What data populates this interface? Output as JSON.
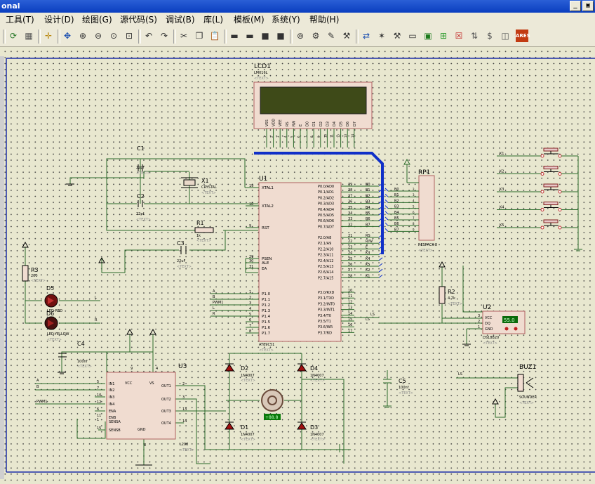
{
  "window": {
    "title": "onal"
  },
  "menu": [
    "工具(T)",
    "设计(D)",
    "绘图(G)",
    "源代码(S)",
    "调试(B)",
    "库(L)",
    "模板(M)",
    "系统(Y)",
    "帮助(H)"
  ],
  "components": {
    "lcd": {
      "ref": "LCD1",
      "part": "LM016L",
      "text": "<TEXT>",
      "pins": [
        "VSS",
        "VDD",
        "VEE",
        "RS",
        "RW",
        "E",
        "D0",
        "D1",
        "D2",
        "D3",
        "D4",
        "D5",
        "D6",
        "D7"
      ],
      "pin_numbers": [
        "1",
        "2",
        "3",
        "4",
        "5",
        "6",
        "7",
        "8",
        "9",
        "10",
        "11",
        "12",
        "13",
        "14"
      ]
    },
    "mcu": {
      "ref": "U1",
      "part": "AT89C51",
      "text": "<TEXT>",
      "left_pins": [
        {
          "num": "19",
          "name": "XTAL1"
        },
        {
          "num": "18",
          "name": "XTAL2"
        },
        {
          "num": "9",
          "name": "RST"
        },
        {
          "num": "29",
          "name": "PSEN"
        },
        {
          "num": "30",
          "name": "ALE"
        },
        {
          "num": "31",
          "name": "EA"
        },
        {
          "num": "1",
          "name": "P1.0"
        },
        {
          "num": "2",
          "name": "P1.1"
        },
        {
          "num": "3",
          "name": "P1.2"
        },
        {
          "num": "4",
          "name": "P1.3"
        },
        {
          "num": "5",
          "name": "P1.4"
        },
        {
          "num": "6",
          "name": "P1.5"
        },
        {
          "num": "7",
          "name": "P1.6"
        },
        {
          "num": "8",
          "name": "P1.7"
        }
      ],
      "right_pins": [
        {
          "num": "39",
          "name": "P0.0/AD0",
          "net": "B0"
        },
        {
          "num": "38",
          "name": "P0.1/AD1",
          "net": "B1"
        },
        {
          "num": "37",
          "name": "P0.2/AD2",
          "net": "B2"
        },
        {
          "num": "36",
          "name": "P0.3/AD3",
          "net": "B3"
        },
        {
          "num": "35",
          "name": "P0.4/AD4",
          "net": "B4"
        },
        {
          "num": "34",
          "name": "P0.5/AD5",
          "net": "B5"
        },
        {
          "num": "33",
          "name": "P0.6/AD6",
          "net": "B6"
        },
        {
          "num": "32",
          "name": "P0.7/AD7",
          "net": "B7"
        },
        {
          "num": "21",
          "name": "P2.0/A8",
          "net": "RS"
        },
        {
          "num": "22",
          "name": "P2.1/A9",
          "net": "R/W"
        },
        {
          "num": "23",
          "name": "P2.2/A10",
          "net": "E"
        },
        {
          "num": "24",
          "name": "P2.3/A11",
          "net": "K3"
        },
        {
          "num": "25",
          "name": "P2.4/A12",
          "net": "K4"
        },
        {
          "num": "26",
          "name": "P2.5/A13",
          "net": "K5"
        },
        {
          "num": "27",
          "name": "P2.6/A14",
          "net": "K2"
        },
        {
          "num": "28",
          "name": "P2.7/A15",
          "net": "K1"
        },
        {
          "num": "10",
          "name": "P3.0/RXD",
          "net": ""
        },
        {
          "num": "11",
          "name": "P3.1/TXD",
          "net": ""
        },
        {
          "num": "12",
          "name": "P3.2/INT0",
          "net": ""
        },
        {
          "num": "13",
          "name": "P3.3/INT1",
          "net": ""
        },
        {
          "num": "14",
          "name": "P3.4/T0",
          "net": ""
        },
        {
          "num": "15",
          "name": "P3.5/T1",
          "net": "LS"
        },
        {
          "num": "16",
          "name": "P3.6/WR",
          "net": ""
        },
        {
          "num": "17",
          "name": "P3.7/RD",
          "net": ""
        }
      ],
      "p1_nets": [
        "A",
        "B",
        "PWM1",
        "L",
        "R"
      ]
    },
    "rp1": {
      "ref": "RP1",
      "part": "RESPACK-8",
      "text": "<TEXT>",
      "nets": [
        "B0",
        "B1",
        "B2",
        "B3",
        "B4",
        "B5",
        "B6",
        "B7"
      ]
    },
    "x1": {
      "ref": "X1",
      "part": "CRYSTAL",
      "text": "<TEXT>"
    },
    "c1": {
      "ref": "C1",
      "value": "22pf",
      "text": "<TEXT>"
    },
    "c2": {
      "ref": "C2",
      "value": "22pf",
      "text": "<TEXT>"
    },
    "c3": {
      "ref": "C3",
      "value": "22uF",
      "text": "<TEXT>"
    },
    "r1": {
      "ref": "R1",
      "value": "1k",
      "text": "<TEXT>"
    },
    "r2": {
      "ref": "R2",
      "value": "4.7k",
      "text": "<TEXT>"
    },
    "r3": {
      "ref": "R3",
      "value": "200",
      "text": "<TEXT>"
    },
    "d5": {
      "ref": "D5",
      "part": "LED-RED",
      "text": "<TEXT>"
    },
    "d6": {
      "ref": "D6",
      "part": "LED-YELLOW",
      "text": "<TEXT>"
    },
    "led_nets": [
      "L",
      "R"
    ],
    "c4": {
      "ref": "C4",
      "value": "100nf",
      "text": "<TEXT>"
    },
    "c5": {
      "ref": "C5",
      "value": "100nf",
      "text": "<TEXT>"
    },
    "u2": {
      "ref": "U2",
      "part": "DS18B20",
      "text": "<TEXT>",
      "display": "55.0",
      "pins": [
        {
          "num": "3",
          "name": "VCC"
        },
        {
          "num": "2",
          "name": "DQ"
        },
        {
          "num": "1",
          "name": "GND"
        }
      ]
    },
    "u3": {
      "ref": "U3",
      "part": "L298",
      "text": "<TEXT>",
      "left_pins": [
        {
          "num": "5",
          "name": "IN1"
        },
        {
          "num": "7",
          "name": "IN2"
        },
        {
          "num": "10",
          "name": "IN3"
        },
        {
          "num": "12",
          "name": "IN4"
        },
        {
          "num": "6",
          "name": "ENA"
        },
        {
          "num": "11",
          "name": "ENB"
        },
        {
          "num": "1",
          "name": "SENSA"
        },
        {
          "num": "15",
          "name": "SENSB"
        }
      ],
      "right_pins": [
        {
          "num": "2",
          "name": "OUT1"
        },
        {
          "num": "3",
          "name": "OUT2"
        },
        {
          "num": "13",
          "name": "OUT3"
        },
        {
          "num": "14",
          "name": "OUT4"
        }
      ],
      "top_pins": [
        {
          "num": "9",
          "name": "VCC"
        },
        {
          "num": "4",
          "name": "VS"
        }
      ],
      "bottom_pin": {
        "num": "8",
        "name": "GND"
      },
      "input_nets": [
        "A",
        "B",
        "PWM1"
      ]
    },
    "buz1": {
      "ref": "BUZ1",
      "part": "SOUNDER",
      "text": "<TEXT>",
      "net": "LS"
    },
    "motor": {
      "display": "+88.8"
    },
    "diodes": [
      {
        "ref": "D2",
        "part": "1N4007",
        "text": "<TEXT>"
      },
      {
        "ref": "D4",
        "part": "1N4007",
        "text": "<TEXT>"
      },
      {
        "ref": "D1",
        "part": "1N4007",
        "text": "<TEXT>"
      },
      {
        "ref": "D3",
        "part": "1N4007",
        "text": "<TEXT>"
      }
    ],
    "keys": [
      "K1",
      "K2",
      "K3",
      "K4",
      "K5"
    ]
  }
}
